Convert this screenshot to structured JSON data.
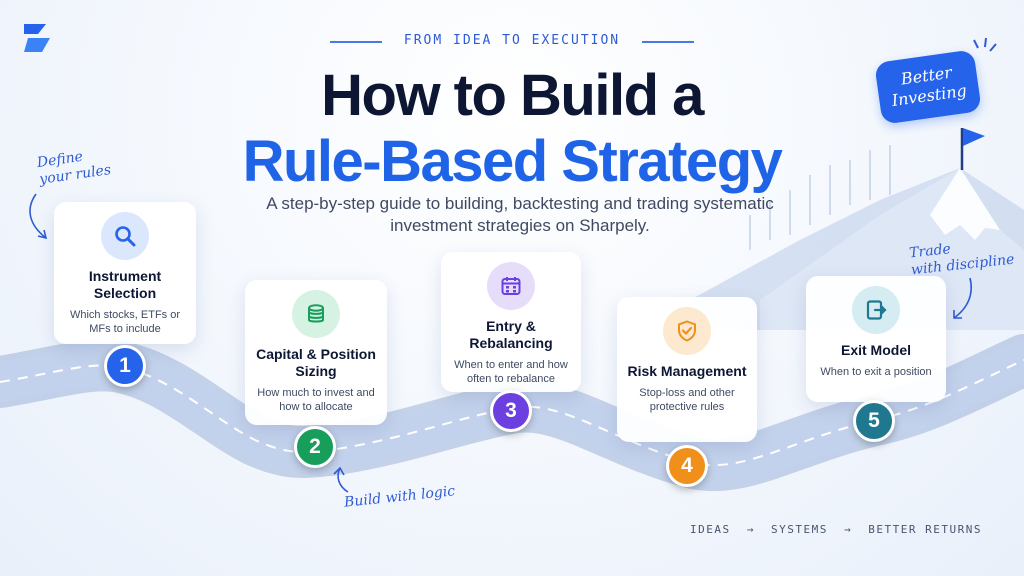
{
  "eyebrow": "FROM IDEA TO EXECUTION",
  "title": {
    "line1": "How to Build a",
    "line2": "Rule-Based Strategy"
  },
  "subtitle": "A step-by-step guide to building, backtesting and trading systematic investment strategies on Sharpely.",
  "badge": {
    "line1": "Better",
    "line2": "Investing"
  },
  "notes": {
    "define": {
      "line1": "Define",
      "line2": "your rules"
    },
    "build": "Build with logic",
    "trade": {
      "line1": "Trade",
      "line2": "with discipline"
    }
  },
  "steps": [
    {
      "number": "1",
      "title": "Instrument Selection",
      "desc": "Which stocks, ETFs or MFs to include",
      "icon": "search-icon",
      "color": "#2563eb",
      "icon_bg": "#dbe7fd"
    },
    {
      "number": "2",
      "title": "Capital & Position Sizing",
      "desc": "How much to invest and how to allocate",
      "icon": "coin-stack-icon",
      "color": "#179e5a",
      "icon_bg": "#d5f2e2"
    },
    {
      "number": "3",
      "title": "Entry & Rebalancing",
      "desc": "When to enter and how often to rebalance",
      "icon": "calendar-icon",
      "color": "#6b3fe0",
      "icon_bg": "#e6ddfb"
    },
    {
      "number": "4",
      "title": "Risk Management",
      "desc": "Stop-loss and other protective rules",
      "icon": "shield-check-icon",
      "color": "#f0901a",
      "icon_bg": "#fde9cf"
    },
    {
      "number": "5",
      "title": "Exit Model",
      "desc": "When to exit a position",
      "icon": "exit-door-icon",
      "color": "#1f7890",
      "icon_bg": "#d5ecf2"
    }
  ],
  "footer": {
    "item1": "IDEAS",
    "item2": "SYSTEMS",
    "item3": "BETTER RETURNS",
    "arrow": "→"
  }
}
